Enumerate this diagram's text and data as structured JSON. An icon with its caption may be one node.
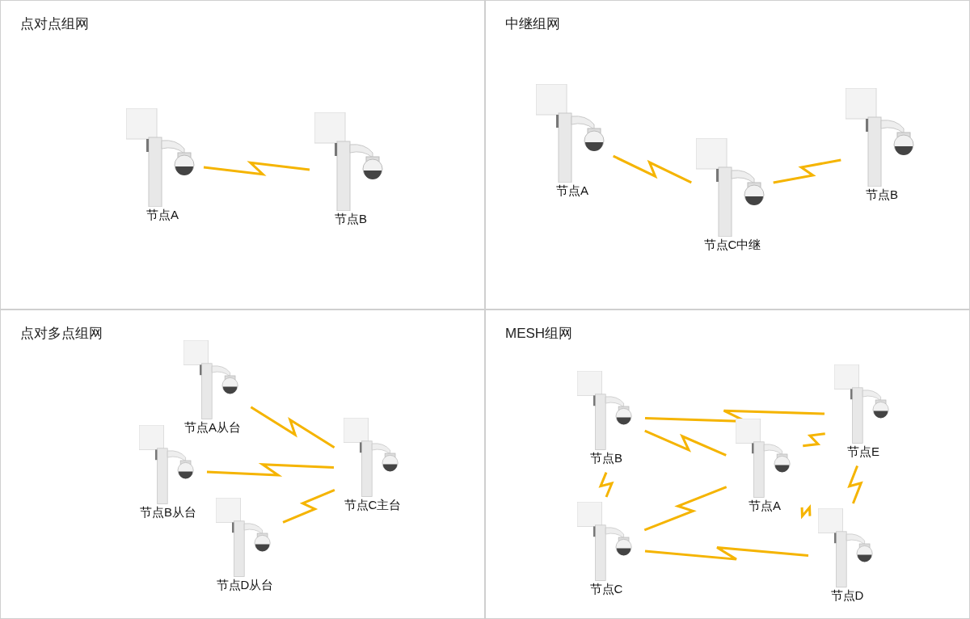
{
  "diagram": {
    "nodes": [
      {
        "text": [
          "点对点组网"
        ]
      },
      {
        "text": [
          "节点A"
        ],
        "in": 0
      },
      {
        "text": [
          "节点B"
        ],
        "in": 0
      },
      {
        "text": [
          "中继组网"
        ]
      },
      {
        "text": [
          "节点A"
        ],
        "in": 3
      },
      {
        "text": [
          "节点C中继"
        ],
        "in": 3
      },
      {
        "text": [
          "节点B"
        ],
        "in": 3
      },
      {
        "text": [
          "点对多点组网"
        ]
      },
      {
        "text": [
          "节点A从台"
        ],
        "in": 7
      },
      {
        "text": [
          "节点B从台"
        ],
        "in": 7
      },
      {
        "text": [
          "节点C主台"
        ],
        "in": 7
      },
      {
        "text": [
          "节点D从台"
        ],
        "in": 7
      },
      {
        "text": [
          "MESH组网"
        ]
      },
      {
        "text": [
          "节点B"
        ],
        "in": 12
      },
      {
        "text": [
          "节点E"
        ],
        "in": 12
      },
      {
        "text": [
          "节点A"
        ],
        "in": 12
      },
      {
        "text": [
          "节点C"
        ],
        "in": 12
      },
      {
        "text": [
          "节点D"
        ],
        "in": 12
      }
    ],
    "edges": [
      {
        "from": 1,
        "to": 2,
        "arrow": "none"
      },
      {
        "from": 4,
        "to": 5,
        "arrow": "none"
      },
      {
        "from": 5,
        "to": 6,
        "arrow": "none"
      },
      {
        "from": 8,
        "to": 10,
        "arrow": "none"
      },
      {
        "from": 9,
        "to": 10,
        "arrow": "none"
      },
      {
        "from": 11,
        "to": 10,
        "arrow": "none"
      },
      {
        "from": 13,
        "to": 14,
        "arrow": "none"
      },
      {
        "from": 13,
        "to": 15,
        "arrow": "none"
      },
      {
        "from": 15,
        "to": 14,
        "arrow": "none"
      },
      {
        "from": 13,
        "to": 16,
        "arrow": "none"
      },
      {
        "from": 16,
        "to": 15,
        "arrow": "none"
      },
      {
        "from": 15,
        "to": 17,
        "arrow": "none"
      },
      {
        "from": 16,
        "to": 17,
        "arrow": "none"
      },
      {
        "from": 14,
        "to": 17,
        "arrow": "none"
      }
    ]
  }
}
